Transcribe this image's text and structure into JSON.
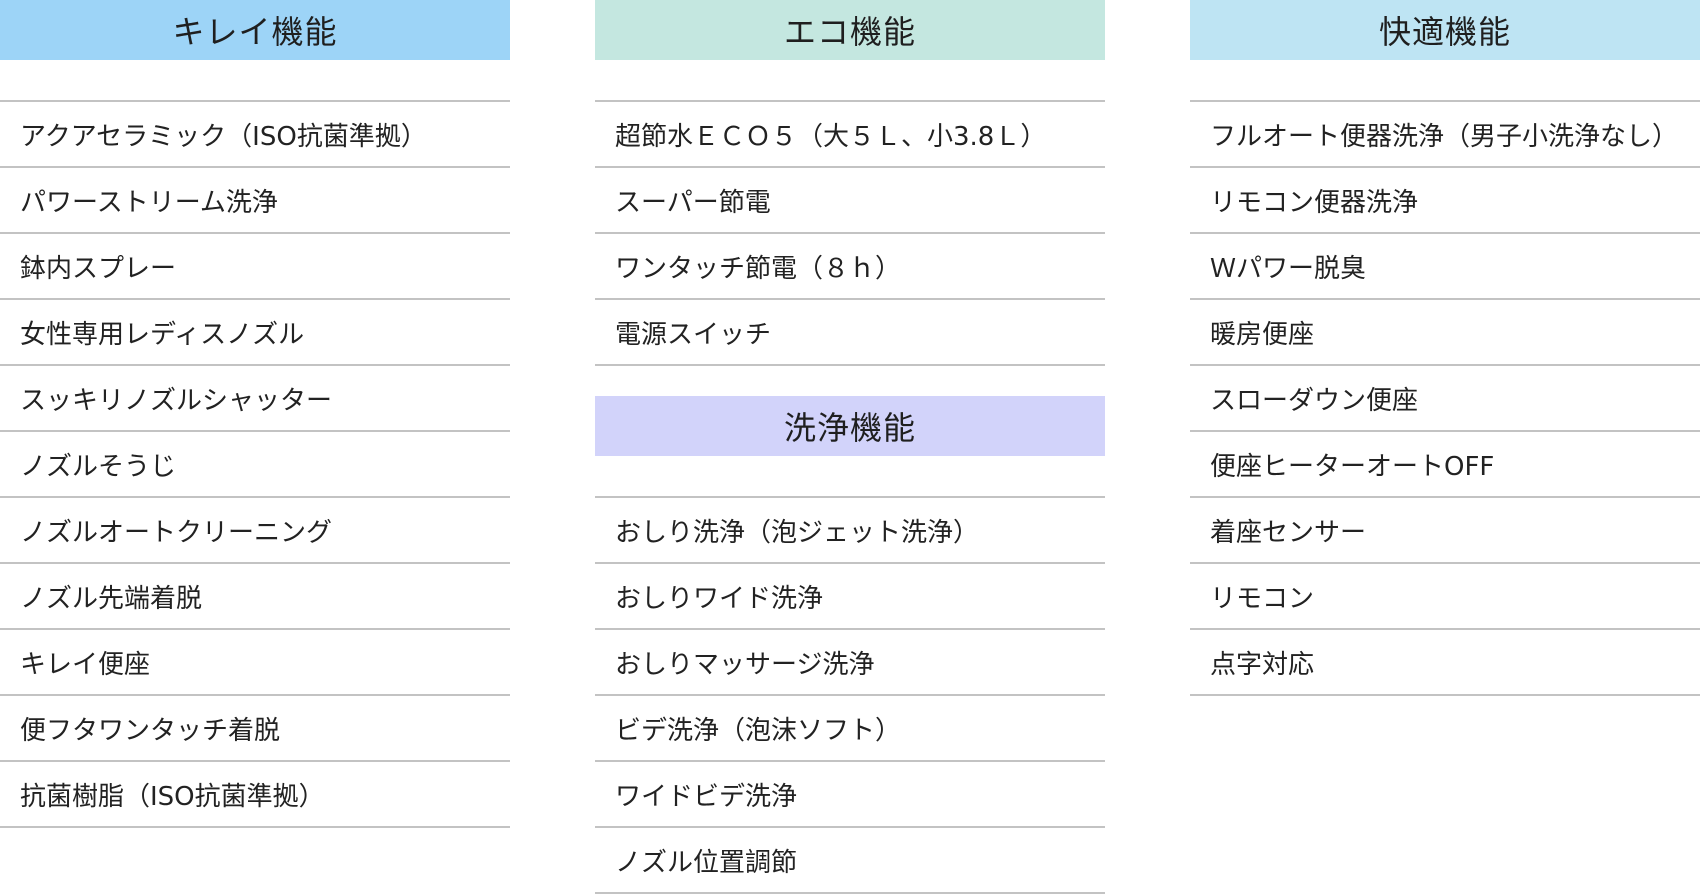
{
  "kirei": {
    "title": "キレイ機能",
    "items": [
      "アクアセラミック（ISO抗菌準拠）",
      "パワーストリーム洗浄",
      "鉢内スプレー",
      "女性専用レディスノズル",
      "スッキリノズルシャッター",
      "ノズルそうじ",
      "ノズルオートクリーニング",
      "ノズル先端着脱",
      "キレイ便座",
      "便フタワンタッチ着脱",
      "抗菌樹脂（ISO抗菌準拠）"
    ]
  },
  "eco": {
    "title": "エコ機能",
    "items": [
      "超節水ＥＣＯ５（大５Ｌ、小3.8Ｌ）",
      "スーパー節電",
      "ワンタッチ節電（８ｈ）",
      "電源スイッチ"
    ]
  },
  "senjo": {
    "title": "洗浄機能",
    "items": [
      "おしり洗浄（泡ジェット洗浄）",
      "おしりワイド洗浄",
      "おしりマッサージ洗浄",
      "ビデ洗浄（泡沫ソフト）",
      "ワイドビデ洗浄",
      "ノズル位置調節"
    ]
  },
  "kaiteki": {
    "title": "快適機能",
    "items": [
      "フルオート便器洗浄（男子小洗浄なし）",
      "リモコン便器洗浄",
      "Ｗパワー脱臭",
      "暖房便座",
      "スローダウン便座",
      "便座ヒーターオートOFF",
      "着座センサー",
      "リモコン",
      "点字対応"
    ]
  },
  "colors": {
    "kirei_header": "#9dd4f7",
    "eco_header": "#c4e7e0",
    "senjo_header": "#d2d3fa",
    "kaiteki_header": "#bee4f3",
    "divider": "#c3c3c3"
  }
}
